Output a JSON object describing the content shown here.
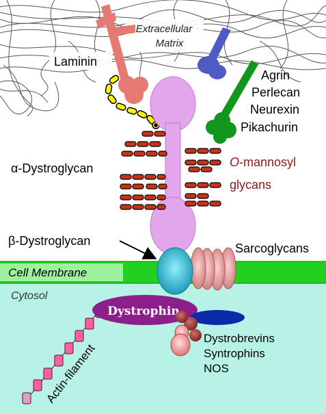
{
  "labels": {
    "ecm_line1": "Extracellular",
    "ecm_line2": "Matrix",
    "laminin": "Laminin",
    "agrin": "Agrin",
    "perlecan": "Perlecan",
    "neurexin": "Neurexin",
    "pikachurin": "Pikachurin",
    "alpha_dg": "α-Dystroglycan",
    "omannosyl_prefix": "O",
    "omannosyl_rest": "-mannosyl",
    "glycans": "glycans",
    "beta_dg": "β-Dystroglycan",
    "sarcoglycans": "Sarcoglycans",
    "cell_membrane": "Cell Membrane",
    "cytosol": "Cytosol",
    "dystrophin": "Dystrophin",
    "dystrobrevins": "Dystrobrevins",
    "syntrophins": "Syntrophins",
    "nos": "NOS",
    "actin": "Actin-filament"
  },
  "colors": {
    "laminin": "#e57a72",
    "agrin": "#4e5bc4",
    "green_ligand": "#13961d",
    "alpha_dg": "#e3a5ec",
    "glycan": "#c8321a",
    "beta_dg": "#1aa9c4",
    "sarcoglycan": "#e08888",
    "membrane": "#22d022",
    "cytosol": "#b8f2e6",
    "dystrophin": "#8c1f8c",
    "dystrobrevin": "#0a2aa8",
    "syntrophin": "#a83a3a",
    "actin": "#ff5fa0",
    "linker": "#ffee00"
  },
  "icons": [
    "laminin-icon",
    "agrin-icon",
    "perlecan-icon",
    "alpha-dystroglycan-icon",
    "beta-dystroglycan-icon",
    "sarcoglycan-icon",
    "dystrophin-icon",
    "actin-filament-icon"
  ]
}
